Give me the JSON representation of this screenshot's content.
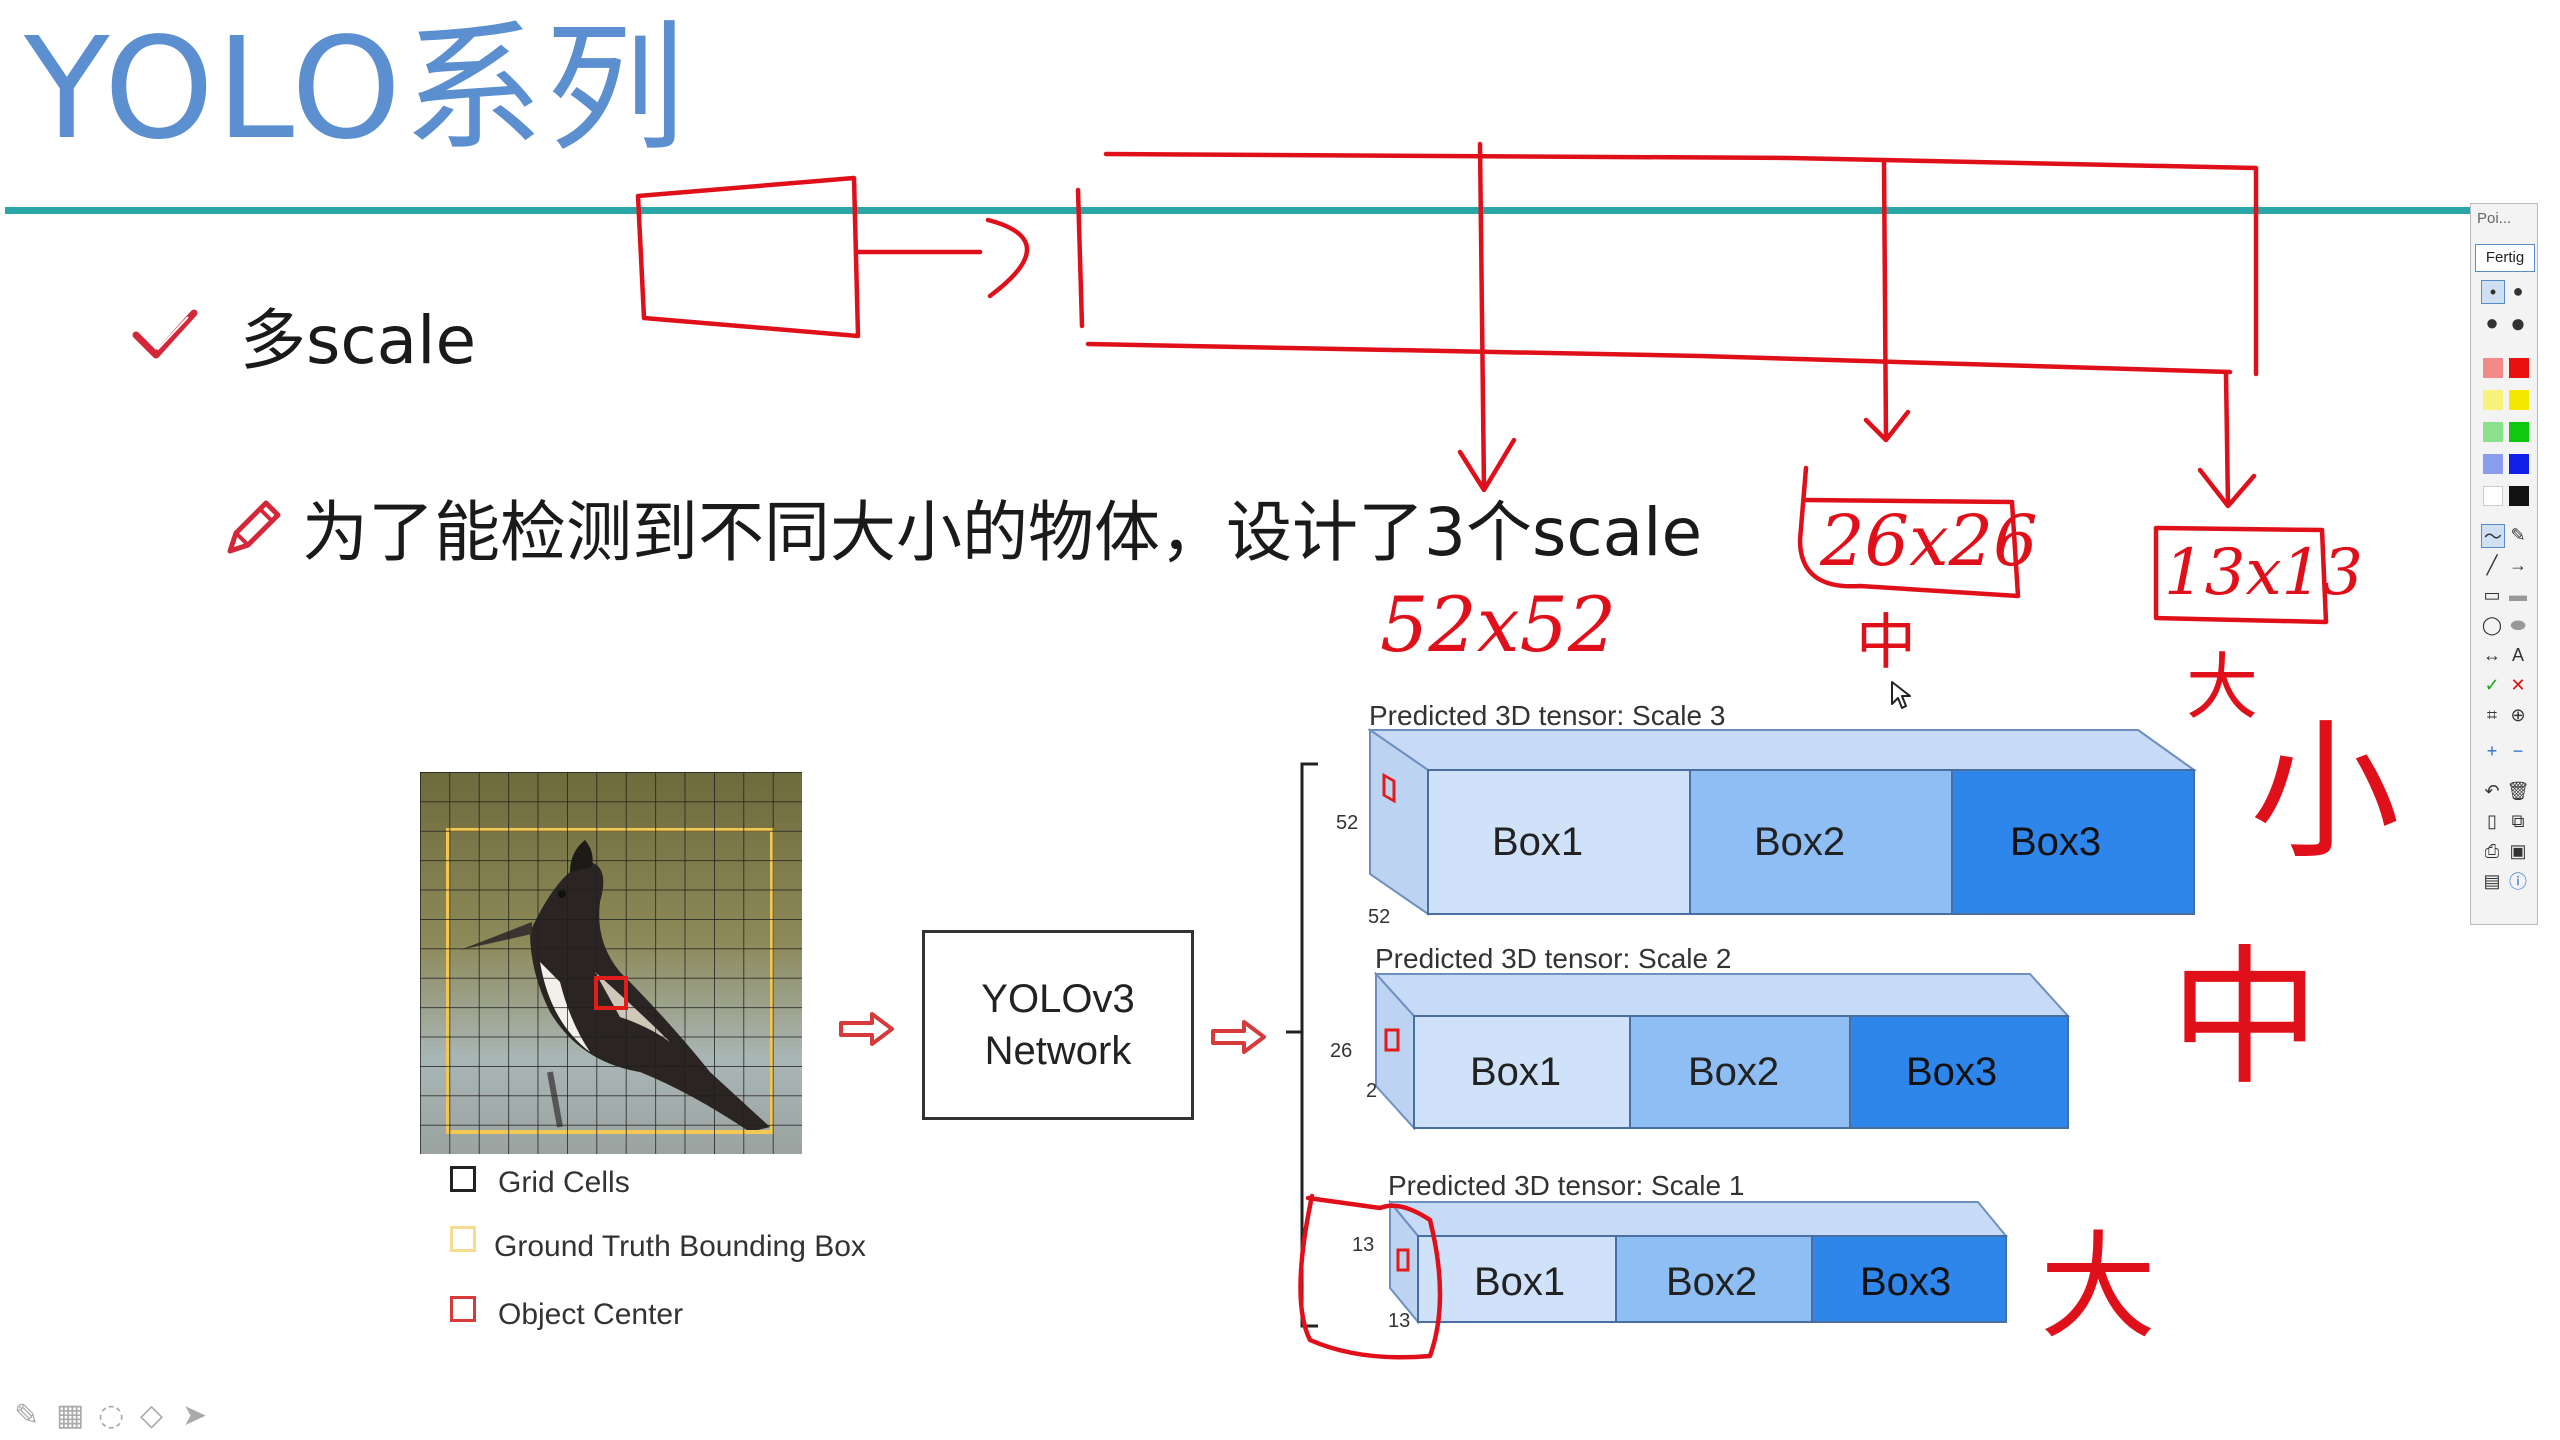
{
  "slide": {
    "title": "YOLO系列",
    "bullet_1": "多scale",
    "bullet_2": "为了能检测到不同大小的物体，设计了3个scale"
  },
  "figure": {
    "legend": {
      "grid_cells": "Grid Cells",
      "ground_truth": "Ground Truth Bounding Box",
      "object_center": "Object Center"
    },
    "network_line1": "YOLOv3",
    "network_line2": "Network",
    "tensors": [
      {
        "caption": "Predicted 3D tensor: Scale 3",
        "h_label": "52",
        "w_label": "52",
        "boxes": [
          "Box1",
          "Box2",
          "Box3"
        ]
      },
      {
        "caption": "Predicted 3D tensor: Scale 2",
        "h_label": "26",
        "w_label": "2",
        "boxes": [
          "Box1",
          "Box2",
          "Box3"
        ]
      },
      {
        "caption": "Predicted 3D tensor: Scale 1",
        "h_label": "13",
        "w_label": "13",
        "boxes": [
          "Box1",
          "Box2",
          "Box3"
        ]
      }
    ]
  },
  "annotations": {
    "label_52": "52x52",
    "label_26": "26x26",
    "label_13": "13x13",
    "size_medium": "中",
    "size_large": "大",
    "side_small": "小",
    "side_medium": "中",
    "side_large": "大"
  },
  "pen_toolbar": {
    "label": "Poi...",
    "done_button": "Fertig",
    "text_tool": "A"
  },
  "colors": {
    "title": "#5b8fd0",
    "rule": "#2ba6a8",
    "ink_red": "#e0101a",
    "box_light": "#cfe2fa",
    "box_mid": "#8ebef3",
    "box_dark": "#2f86ea"
  }
}
